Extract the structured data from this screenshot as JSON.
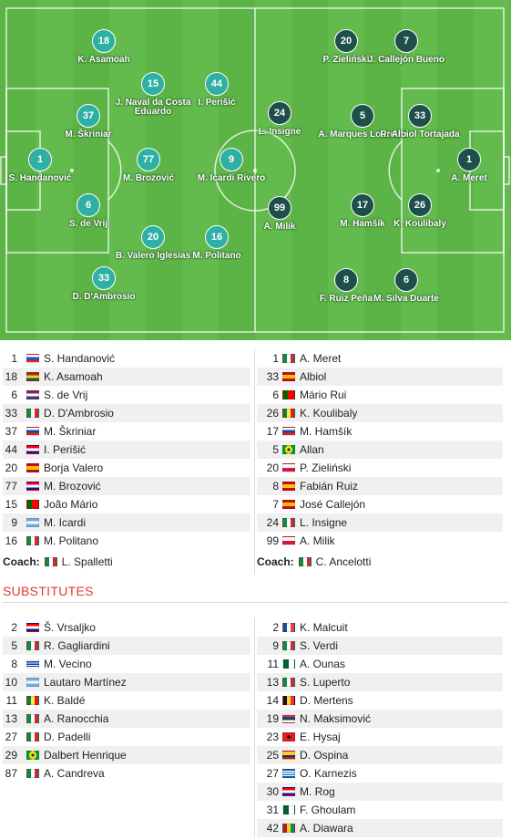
{
  "colors": {
    "home_disc": "#2fb0a4",
    "away_disc": "#1d4f4b",
    "accent": "#e03a2f"
  },
  "pitch": {
    "home": [
      {
        "number": "18",
        "name": "K. Asamoah"
      },
      {
        "number": "15",
        "name": "J. Naval da Costa Eduardo"
      },
      {
        "number": "44",
        "name": "I. Perišić"
      },
      {
        "number": "37",
        "name": "M. Škriniar"
      },
      {
        "number": "1",
        "name": "S. Handanović"
      },
      {
        "number": "77",
        "name": "M. Brozović"
      },
      {
        "number": "9",
        "name": "M. Icardi Rivero"
      },
      {
        "number": "6",
        "name": "S. de Vrij"
      },
      {
        "number": "20",
        "name": "B. Valero Iglesias"
      },
      {
        "number": "16",
        "name": "M. Politano"
      },
      {
        "number": "33",
        "name": "D. D'Ambrosio"
      }
    ],
    "away": [
      {
        "number": "20",
        "name": "P. Zieliński"
      },
      {
        "number": "7",
        "name": "J. Callejón Bueno"
      },
      {
        "number": "24",
        "name": "L. Insigne"
      },
      {
        "number": "5",
        "name": "A. Marques Loureiro"
      },
      {
        "number": "33",
        "name": "R. Albiol Tortajada"
      },
      {
        "number": "1",
        "name": "A. Meret"
      },
      {
        "number": "99",
        "name": "A. Milik"
      },
      {
        "number": "17",
        "name": "M. Hamšík"
      },
      {
        "number": "26",
        "name": "K. Koulibaly"
      },
      {
        "number": "8",
        "name": "F. Ruiz Peña"
      },
      {
        "number": "6",
        "name": "M. Silva Duarte"
      }
    ]
  },
  "lineups": {
    "home": [
      {
        "number": "1",
        "name": "S. Handanović",
        "flag": "slovenia-flag"
      },
      {
        "number": "18",
        "name": "K. Asamoah",
        "flag": "ghana-flag"
      },
      {
        "number": "6",
        "name": "S. de Vrij",
        "flag": "netherlands-flag"
      },
      {
        "number": "33",
        "name": "D. D'Ambrosio",
        "flag": "italy-flag"
      },
      {
        "number": "37",
        "name": "M. Škriniar",
        "flag": "slovakia-flag"
      },
      {
        "number": "44",
        "name": "I. Perišić",
        "flag": "croatia-flag"
      },
      {
        "number": "20",
        "name": "Borja Valero",
        "flag": "spain-flag"
      },
      {
        "number": "77",
        "name": "M. Brozović",
        "flag": "croatia-flag"
      },
      {
        "number": "15",
        "name": "João Mário",
        "flag": "portugal-flag"
      },
      {
        "number": "9",
        "name": "M. Icardi",
        "flag": "argentina-flag"
      },
      {
        "number": "16",
        "name": "M. Politano",
        "flag": "italy-flag"
      }
    ],
    "away": [
      {
        "number": "1",
        "name": "A. Meret",
        "flag": "italy-flag"
      },
      {
        "number": "33",
        "name": "Albiol",
        "flag": "spain-flag"
      },
      {
        "number": "6",
        "name": "Mário Rui",
        "flag": "portugal-flag"
      },
      {
        "number": "26",
        "name": "K. Koulibaly",
        "flag": "senegal-flag"
      },
      {
        "number": "17",
        "name": "M. Hamšík",
        "flag": "slovakia-flag"
      },
      {
        "number": "5",
        "name": "Allan",
        "flag": "brazil-flag"
      },
      {
        "number": "20",
        "name": "P. Zieliński",
        "flag": "poland-flag"
      },
      {
        "number": "8",
        "name": "Fabián Ruiz",
        "flag": "spain-flag"
      },
      {
        "number": "7",
        "name": "José Callejón",
        "flag": "spain-flag"
      },
      {
        "number": "24",
        "name": "L. Insigne",
        "flag": "italy-flag"
      },
      {
        "number": "99",
        "name": "A. Milik",
        "flag": "poland-flag"
      }
    ],
    "coach_label": "Coach:",
    "home_coach": {
      "name": "L. Spalletti",
      "flag": "italy-flag"
    },
    "away_coach": {
      "name": "C. Ancelotti",
      "flag": "italy-flag"
    }
  },
  "substitutes": {
    "title": "SUBSTITUTES",
    "home": [
      {
        "number": "2",
        "name": "Š. Vrsaljko",
        "flag": "croatia-flag"
      },
      {
        "number": "5",
        "name": "R. Gagliardini",
        "flag": "italy-flag"
      },
      {
        "number": "8",
        "name": "M. Vecino",
        "flag": "uruguay-flag"
      },
      {
        "number": "10",
        "name": "Lautaro Martínez",
        "flag": "argentina-flag"
      },
      {
        "number": "11",
        "name": "K. Baldé",
        "flag": "senegal-flag"
      },
      {
        "number": "13",
        "name": "A. Ranocchia",
        "flag": "italy-flag"
      },
      {
        "number": "27",
        "name": "D. Padelli",
        "flag": "italy-flag"
      },
      {
        "number": "29",
        "name": "Dalbert Henrique",
        "flag": "brazil-flag"
      },
      {
        "number": "87",
        "name": "A. Candreva",
        "flag": "italy-flag"
      }
    ],
    "away": [
      {
        "number": "2",
        "name": "K. Malcuit",
        "flag": "france-flag"
      },
      {
        "number": "9",
        "name": "S. Verdi",
        "flag": "italy-flag"
      },
      {
        "number": "11",
        "name": "A. Ounas",
        "flag": "algeria-flag"
      },
      {
        "number": "13",
        "name": "S. Luperto",
        "flag": "italy-flag"
      },
      {
        "number": "14",
        "name": "D. Mertens",
        "flag": "belgium-flag"
      },
      {
        "number": "19",
        "name": "N. Maksimović",
        "flag": "serbia-flag"
      },
      {
        "number": "23",
        "name": "E. Hysaj",
        "flag": "albania-flag"
      },
      {
        "number": "25",
        "name": "D. Ospina",
        "flag": "colombia-flag"
      },
      {
        "number": "27",
        "name": "O. Karnezis",
        "flag": "greece-flag"
      },
      {
        "number": "30",
        "name": "M. Rog",
        "flag": "croatia-flag"
      },
      {
        "number": "31",
        "name": "F. Ghoulam",
        "flag": "algeria-flag"
      },
      {
        "number": "42",
        "name": "A. Diawara",
        "flag": "guinea-flag"
      }
    ]
  }
}
